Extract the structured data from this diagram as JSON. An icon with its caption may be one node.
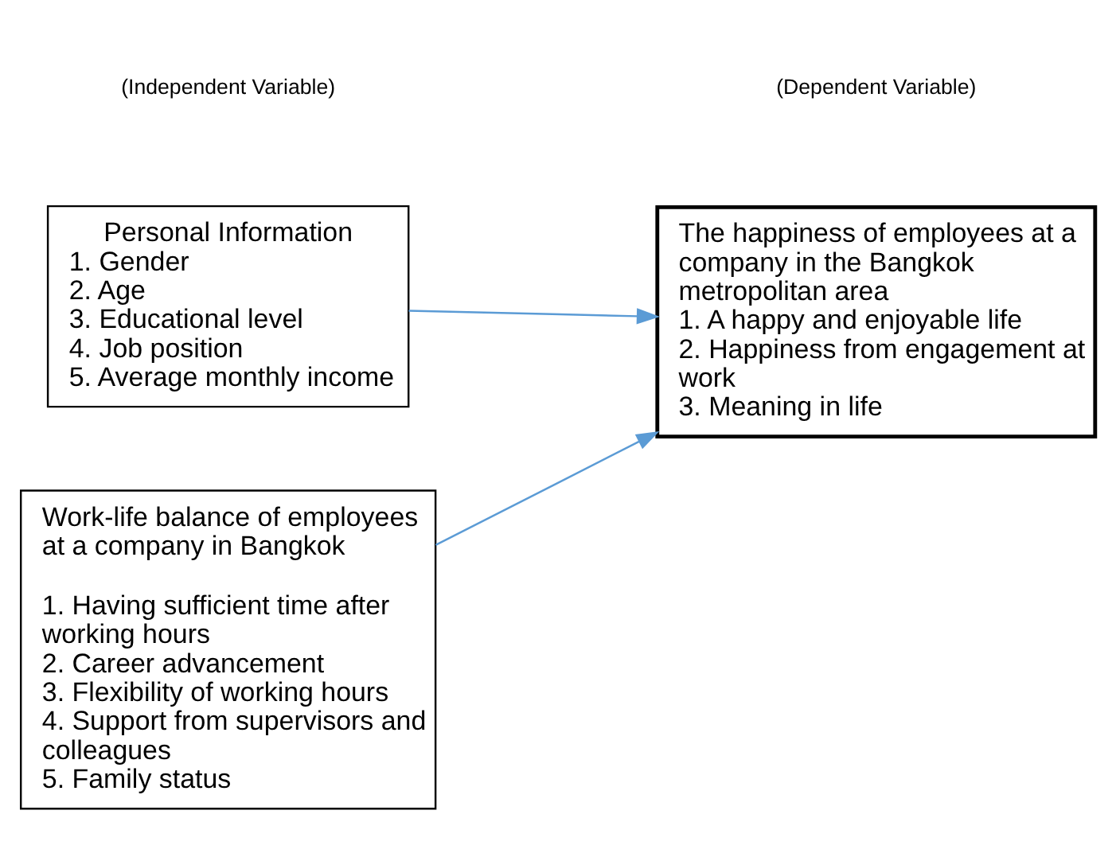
{
  "diagram": {
    "nodes": [
      {
        "text": [
          "Personal Information",
          "1. Gender",
          "2. Age",
          "3. Educational level",
          "4. Job position",
          "5. Average monthly income"
        ]
      },
      {
        "text": [
          "Work-life balance of employees at a company in Bangkok",
          "1. Having sufficient time after working hours",
          "2. Career advancement",
          "3. Flexibility of working hours",
          "4. Support from supervisors and colleagues",
          "5. Family status"
        ]
      },
      {
        "text": [
          "The happiness of employees at a company in the Bangkok metropolitan area",
          "1. A happy and enjoyable life",
          "2. Happiness from engagement at work",
          "3. Meaning in life"
        ]
      }
    ],
    "edges": [
      {
        "from": 0,
        "to": 2,
        "arrow": "to"
      },
      {
        "from": 1,
        "to": 2,
        "arrow": "to"
      }
    ],
    "labels": [
      "(Independent Variable)",
      "(Dependent Variable)"
    ]
  }
}
